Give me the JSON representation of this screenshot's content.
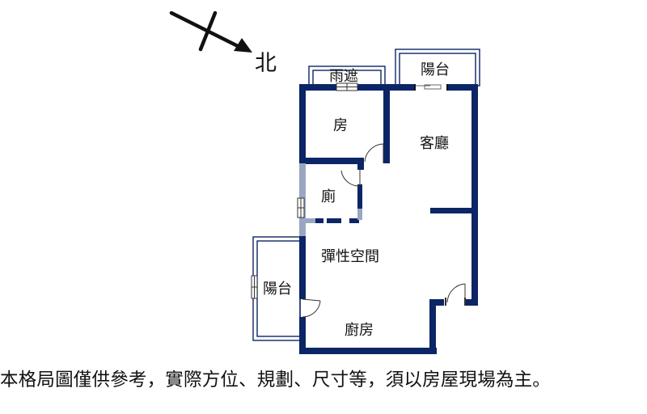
{
  "compass": {
    "label": "北",
    "icon": "north-arrow-icon"
  },
  "colors": {
    "wall": "#0b2566",
    "wall_light": "#9aa7c2",
    "line": "#1a1a1a",
    "background": "#ffffff"
  },
  "rooms": [
    {
      "id": "canopy",
      "label": "雨遮"
    },
    {
      "id": "balcony-top",
      "label": "陽台"
    },
    {
      "id": "bedroom",
      "label": "房"
    },
    {
      "id": "living-room",
      "label": "客廳"
    },
    {
      "id": "bathroom",
      "label": "廁"
    },
    {
      "id": "flex-space",
      "label": "彈性空間"
    },
    {
      "id": "balcony-left",
      "label": "陽台"
    },
    {
      "id": "kitchen",
      "label": "廚房"
    }
  ],
  "disclaimer": "本格局圖僅供參考，實際方位、規劃、尺寸等，須以房屋現場為主。"
}
